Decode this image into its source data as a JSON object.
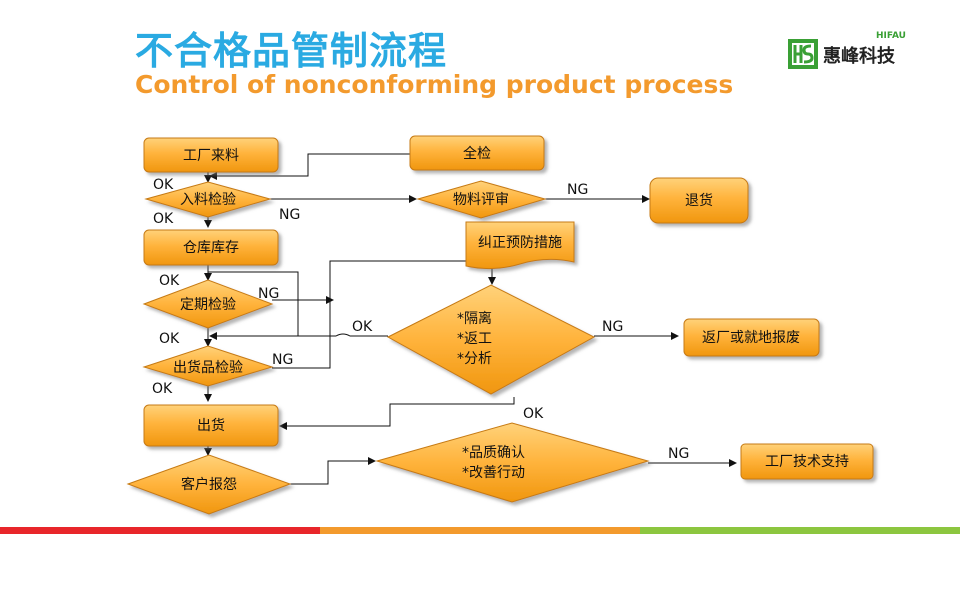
{
  "title": {
    "cn": "不合格品管制流程",
    "en": "Control of nonconforming product process"
  },
  "logo": {
    "cn": "惠峰科技",
    "en": "HIFAU"
  },
  "colors": {
    "title_cn": "#2AAAE2",
    "title_en": "#F39A2D",
    "node_fill_light": "#FFC85A",
    "node_fill_dark": "#F0960E",
    "bar_red": "#E8262A",
    "bar_orange": "#F39A2D",
    "bar_green": "#8CC63F"
  },
  "nodes": {
    "factory_incoming": "工厂来料",
    "incoming_inspection": "入料检验",
    "warehouse_storage": "仓库库存",
    "periodic_inspection": "定期检验",
    "outgoing_inspection": "出货品检验",
    "shipment": "出货",
    "customer_complaint": "客户报怨",
    "full_inspection": "全检",
    "material_review": "物料评审",
    "return_goods": "退货",
    "corrective_action": "纠正预防措施",
    "isolate_rework_analyze": [
      "*隔离",
      "*返工",
      "*分析"
    ],
    "return_or_scrap": "返厂或就地报废",
    "quality_confirm_improve": [
      "*品质确认",
      "*改善行动"
    ],
    "factory_tech_support": "工厂技术支持"
  },
  "labels": {
    "ok": "OK",
    "ng": "NG"
  }
}
